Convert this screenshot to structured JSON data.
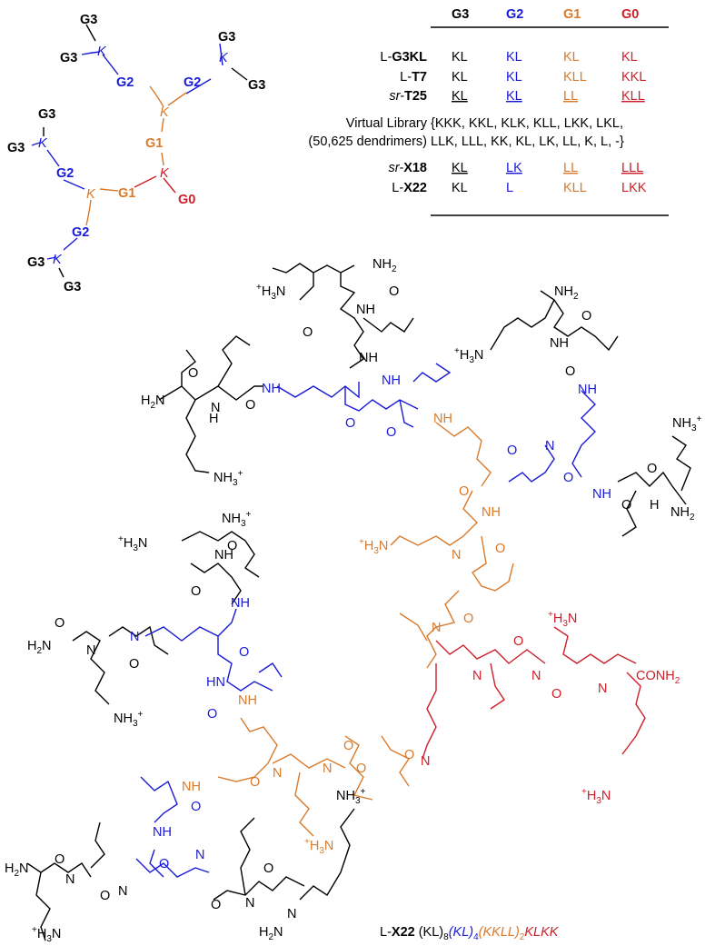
{
  "schematic": {
    "labels": [
      {
        "id": "g3a",
        "text": "G3",
        "color": "black"
      },
      {
        "id": "g3b",
        "text": "G3",
        "color": "black"
      },
      {
        "id": "g3c",
        "text": "G3",
        "color": "black"
      },
      {
        "id": "g3d",
        "text": "G3",
        "color": "black"
      },
      {
        "id": "g3e",
        "text": "G3",
        "color": "black"
      },
      {
        "id": "g3f",
        "text": "G3",
        "color": "black"
      },
      {
        "id": "g3g",
        "text": "G3",
        "color": "black"
      },
      {
        "id": "g3h",
        "text": "G3",
        "color": "black"
      },
      {
        "id": "g2a",
        "text": "G2",
        "color": "blue"
      },
      {
        "id": "g2b",
        "text": "G2",
        "color": "blue"
      },
      {
        "id": "g2c",
        "text": "G2",
        "color": "blue"
      },
      {
        "id": "g2d",
        "text": "G2",
        "color": "blue"
      },
      {
        "id": "g1a",
        "text": "G1",
        "color": "orange"
      },
      {
        "id": "g1b",
        "text": "G1",
        "color": "orange"
      },
      {
        "id": "g0",
        "text": "G0",
        "color": "red"
      },
      {
        "id": "k",
        "text": "K"
      }
    ]
  },
  "table": {
    "headers": [
      "G3",
      "G2",
      "G1",
      "G0"
    ],
    "rows": [
      {
        "prefix": "L-",
        "name": "G3KL",
        "cells": [
          "KL",
          "KL",
          "KL",
          "KL"
        ],
        "underline": false
      },
      {
        "prefix": "L-",
        "name": "T7",
        "cells": [
          "KL",
          "KL",
          "KLL",
          "KKL"
        ],
        "underline": false
      },
      {
        "prefix": "sr-",
        "name": "T25",
        "cells": [
          "KL",
          "KL",
          "LL",
          "KLL"
        ],
        "underline": true
      },
      {
        "prefix": "sr-",
        "name": "X18",
        "cells": [
          "KL",
          "LK",
          "LL",
          "LLL"
        ],
        "underline": true
      },
      {
        "prefix": "L-",
        "name": "X22",
        "cells": [
          "KL",
          "L",
          "KLL",
          "LKK"
        ],
        "underline": false
      }
    ],
    "virtual_label_1": "Virtual Library",
    "virtual_label_2": "(50,625 dendrimers)",
    "virtual_set_1": "{KKK, KKL, KLK, KLL, LKK, LKL,",
    "virtual_set_2": "LLK, LLL, KK, KL, LK, LL, K, L, -}"
  },
  "structure": {
    "nh2": "NH",
    "nh3": "NH",
    "h3n": "H",
    "hn_n": "N",
    "o": "O",
    "h": "H",
    "conh2": "CONH"
  },
  "caption": {
    "prefix": "L-",
    "name": "X22",
    "part1": "(KL)",
    "sub1": "8",
    "part2": "(KL)",
    "sub2": "4",
    "part3": "(KKLL)",
    "sub3": "2",
    "part4": "KLKK"
  },
  "colors": {
    "g3": "#000000",
    "g2": "#1a1ad6",
    "g1": "#d97a2b",
    "g0": "#cc1f2a"
  }
}
